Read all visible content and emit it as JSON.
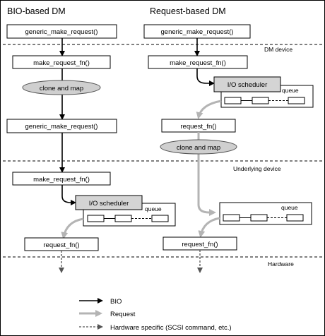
{
  "headers": {
    "bio": "BIO-based DM",
    "request": "Request-based DM"
  },
  "layers": {
    "dm_device": "DM device",
    "underlying_device": "Underlying device",
    "hardware": "Hardware"
  },
  "bio_column": {
    "gmr_top": "generic_make_request()",
    "mrf_top": "make_request_fn()",
    "clone_map": "clone and map",
    "gmr_mid": "generic_make_request()",
    "mrf_bottom": "make_request_fn()",
    "io_scheduler": "I/O scheduler",
    "queue": "queue",
    "request_fn": "request_fn()"
  },
  "request_column": {
    "gmr_top": "generic_make_request()",
    "mrf_top": "make_request_fn()",
    "io_scheduler": "I/O scheduler",
    "queue_top": "queue",
    "request_fn_top": "request_fn()",
    "clone_map": "clone and map",
    "queue_bottom": "queue",
    "request_fn_bottom": "request_fn()"
  },
  "legend": {
    "bio": "BIO",
    "request": "Request",
    "hardware_specific": "Hardware specific (SCSI command, etc.)"
  },
  "colors": {
    "bio_arrow": "#000000",
    "request_arrow": "#b4b4b4",
    "scheduler_fill": "#d4d4d4",
    "ellipse_fill": "#cfcfcf"
  }
}
